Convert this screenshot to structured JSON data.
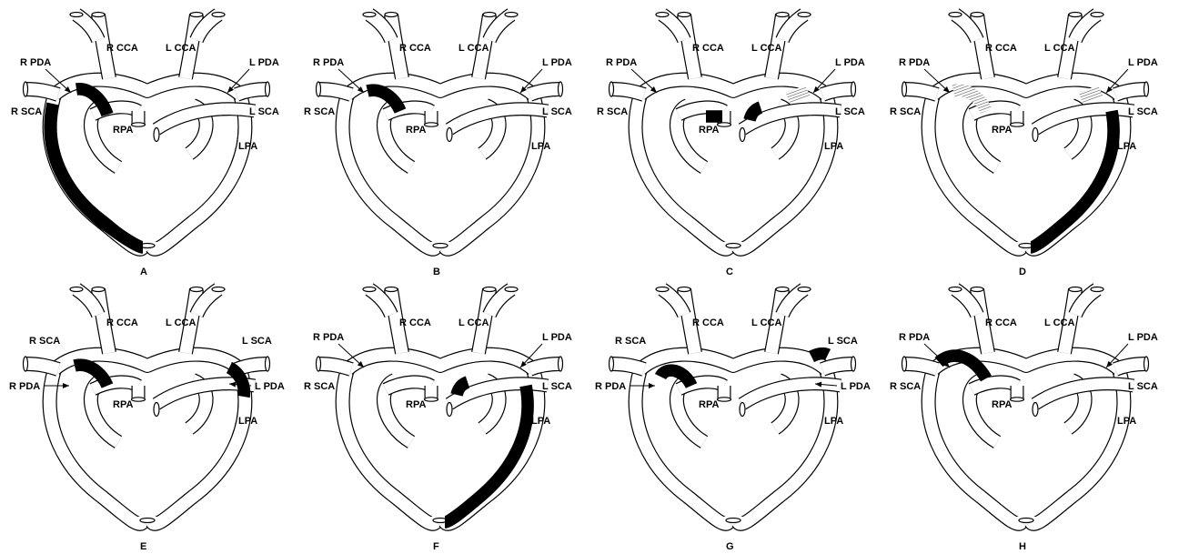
{
  "labels": {
    "r_cca": "R CCA",
    "l_cca": "L CCA",
    "r_pda": "R PDA",
    "l_pda": "L PDA",
    "r_sca": "R SCA",
    "l_sca": "L SCA",
    "rpa": "RPA",
    "lpa": "LPA"
  },
  "panels": [
    {
      "caption": "A",
      "variant": "r-sca-ductus",
      "colors": {
        "shade": "#000000"
      }
    },
    {
      "caption": "B",
      "variant": "right-ductus"
    },
    {
      "caption": "C",
      "variant": "interrupted-with-hatched-left"
    },
    {
      "caption": "D",
      "variant": "hatched-both-left-descending"
    },
    {
      "caption": "E",
      "variant": "bilateral-ductus"
    },
    {
      "caption": "F",
      "variant": "left-descending"
    },
    {
      "caption": "G",
      "variant": "right-ductus-left-sca"
    },
    {
      "caption": "H",
      "variant": "right-arch-segment"
    }
  ],
  "colors": {
    "ink": "#000000",
    "paper": "#ffffff",
    "hatch": "#555555"
  }
}
